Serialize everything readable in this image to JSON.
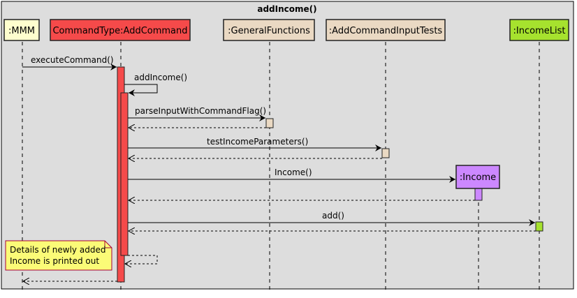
{
  "frame": {
    "title": "addIncome()"
  },
  "participants": [
    {
      "id": "mmm",
      "label": ":MMM",
      "fill": "#FEFECE"
    },
    {
      "id": "addcommand",
      "label": "CommandType:AddCommand",
      "fill": "#F54A4A"
    },
    {
      "id": "generalfunctions",
      "label": ":GeneralFunctions",
      "fill": "#EAD9C3"
    },
    {
      "id": "addcommandinputtests",
      "label": ":AddCommandInputTests",
      "fill": "#EAD9C3"
    },
    {
      "id": "incomelist",
      "label": ":IncomeList",
      "fill": "#A6E22E"
    }
  ],
  "created_participant": {
    "id": "income",
    "label": ":Income",
    "fill": "#CC88FF"
  },
  "messages": [
    {
      "label": "executeCommand()"
    },
    {
      "label": "addIncome()"
    },
    {
      "label": "parseInputWithCommandFlag()"
    },
    {
      "label": "testIncomeParameters()"
    },
    {
      "label": "Income()"
    },
    {
      "label": "add()"
    }
  ],
  "note": {
    "lines": [
      "Details of newly added",
      "Income is printed out"
    ],
    "fill": "#FBFB77"
  },
  "colors": {
    "frame_bg": "#DDDDDD",
    "border": "#222222",
    "activation_main": "#F54A4A"
  }
}
